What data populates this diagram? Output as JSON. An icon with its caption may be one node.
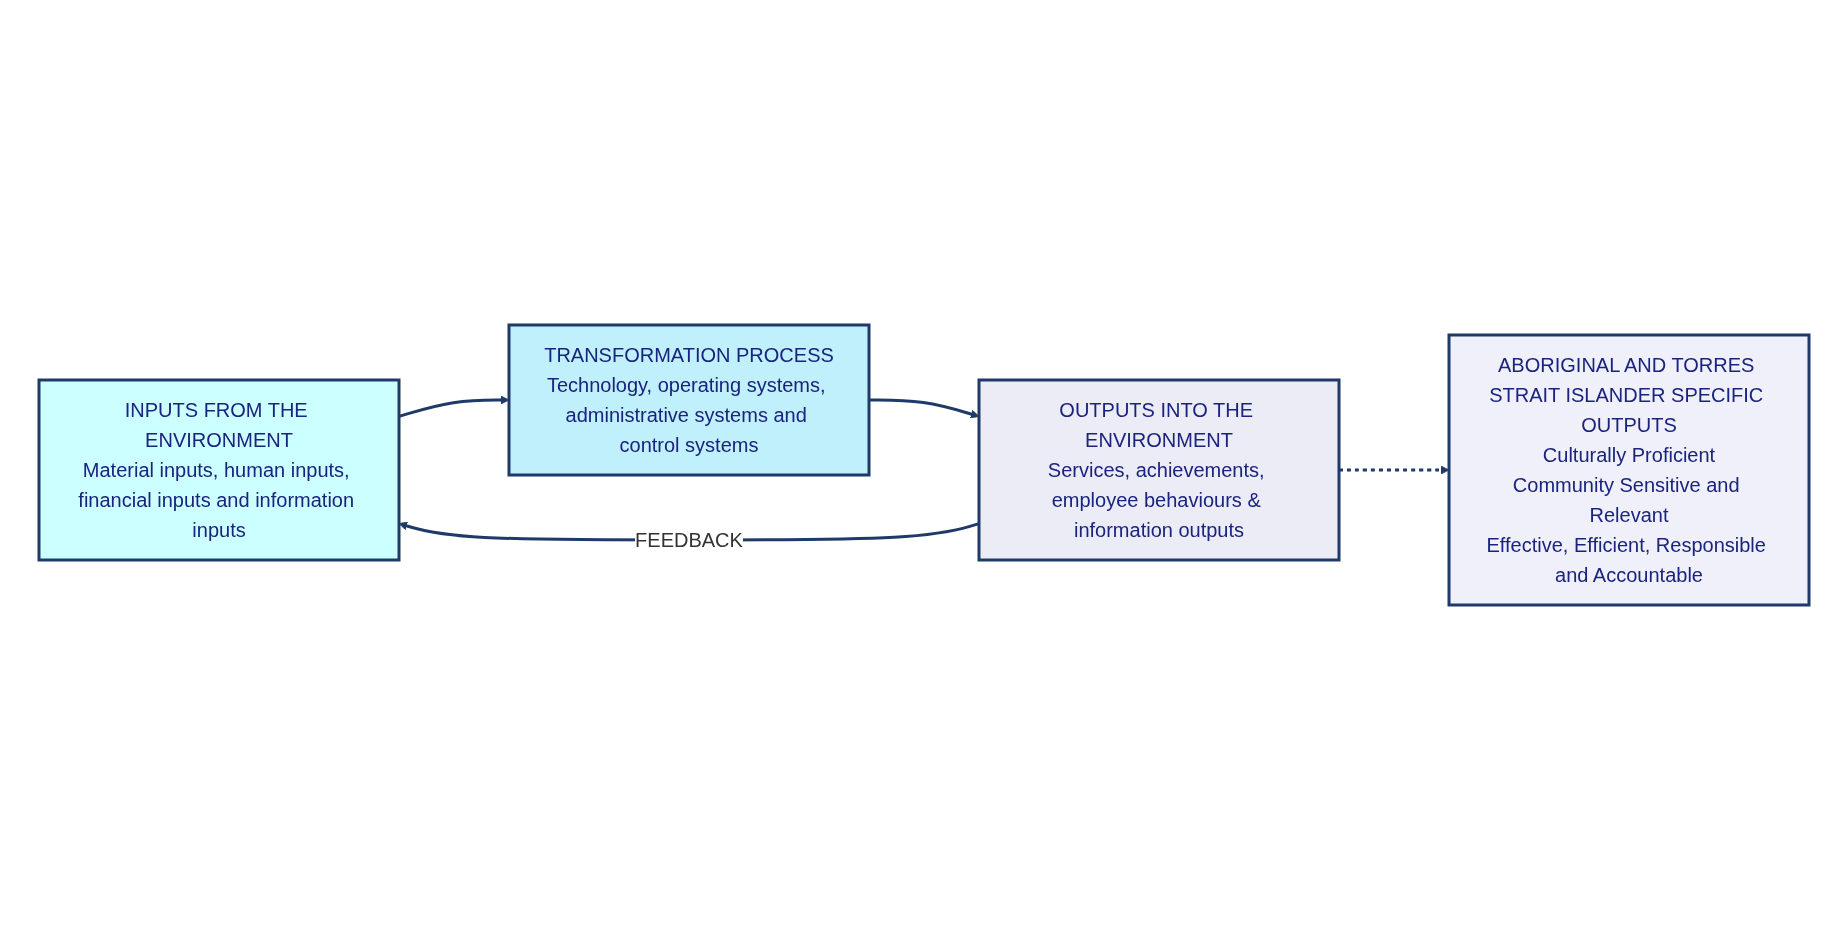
{
  "diagram": {
    "nodes": [
      {
        "text": [
          "INPUTS FROM THE ENVIRONMENT",
          "Material inputs, human inputs, financial inputs and information inputs"
        ]
      },
      {
        "text": [
          "TRANSFORMATION PROCESS",
          "Technology, operating systems, administrative systems and control systems"
        ]
      },
      {
        "text": [
          "OUTPUTS INTO THE ENVIRONMENT",
          "Services, achievements, employee behaviours & information outputs"
        ]
      },
      {
        "text": [
          "ABORIGINAL AND TORRES STRAIT ISLANDER SPECIFIC OUTPUTS",
          "Culturally Proficient",
          "Community Sensitive and Relevant",
          "Effective, Efficient, Responsible and Accountable"
        ]
      }
    ],
    "edges": [
      {
        "from": 0,
        "to": 1,
        "arrow": "to"
      },
      {
        "from": 1,
        "to": 2,
        "arrow": "to"
      },
      {
        "from": 2,
        "to": 0,
        "arrow": "to",
        "label": "FEEDBACK"
      },
      {
        "from": 2,
        "to": 3,
        "arrow": "to",
        "style": "dashed"
      }
    ]
  }
}
